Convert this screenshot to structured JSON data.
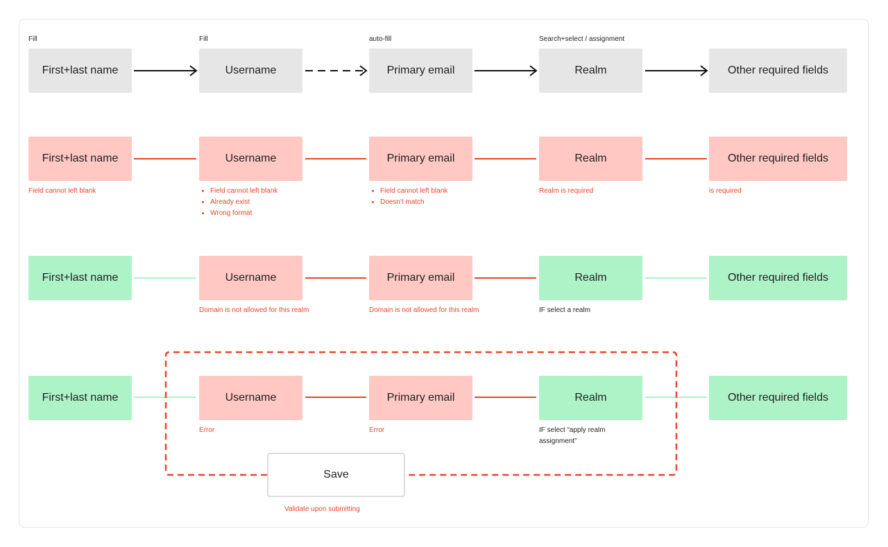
{
  "colors": {
    "grey": "#e6e6e6",
    "red": "#ffc8c2",
    "green": "#aef3c8",
    "error_text": "#e8462a",
    "line_red": "#e8462a",
    "line_green": "#aef3c8"
  },
  "row1": {
    "captions": [
      "Fill",
      "Fill",
      "auto-fill",
      "Search+select / assignment"
    ],
    "boxes": [
      "First+last name",
      "Username",
      "Primary email",
      "Realm",
      "Other required fields"
    ]
  },
  "row2": {
    "boxes": [
      "First+last name",
      "Username",
      "Primary email",
      "Realm",
      "Other required fields"
    ],
    "name_error": "Field cannot left blank",
    "username_errors": [
      "Field cannot left blank",
      "Already exist",
      "Wrong format"
    ],
    "email_errors": [
      "Field cannot left blank",
      "Doesn't match"
    ],
    "realm_error": "Realm is required",
    "other_error": "is required"
  },
  "row3": {
    "boxes": [
      "First+last name",
      "Username",
      "Primary email",
      "Realm",
      "Other required fields"
    ],
    "username_note": "Domain is not allowed for this realm",
    "email_note": "Domain is not allowed for this realm",
    "realm_note": "IF select a realm"
  },
  "row4": {
    "boxes": [
      "First+last name",
      "Username",
      "Primary email",
      "Realm",
      "Other required fields"
    ],
    "username_note": "Error",
    "email_note": "Error",
    "realm_note": "IF select “apply realm assignment”",
    "save_label": "Save",
    "save_note": "Validate upon submitting"
  }
}
